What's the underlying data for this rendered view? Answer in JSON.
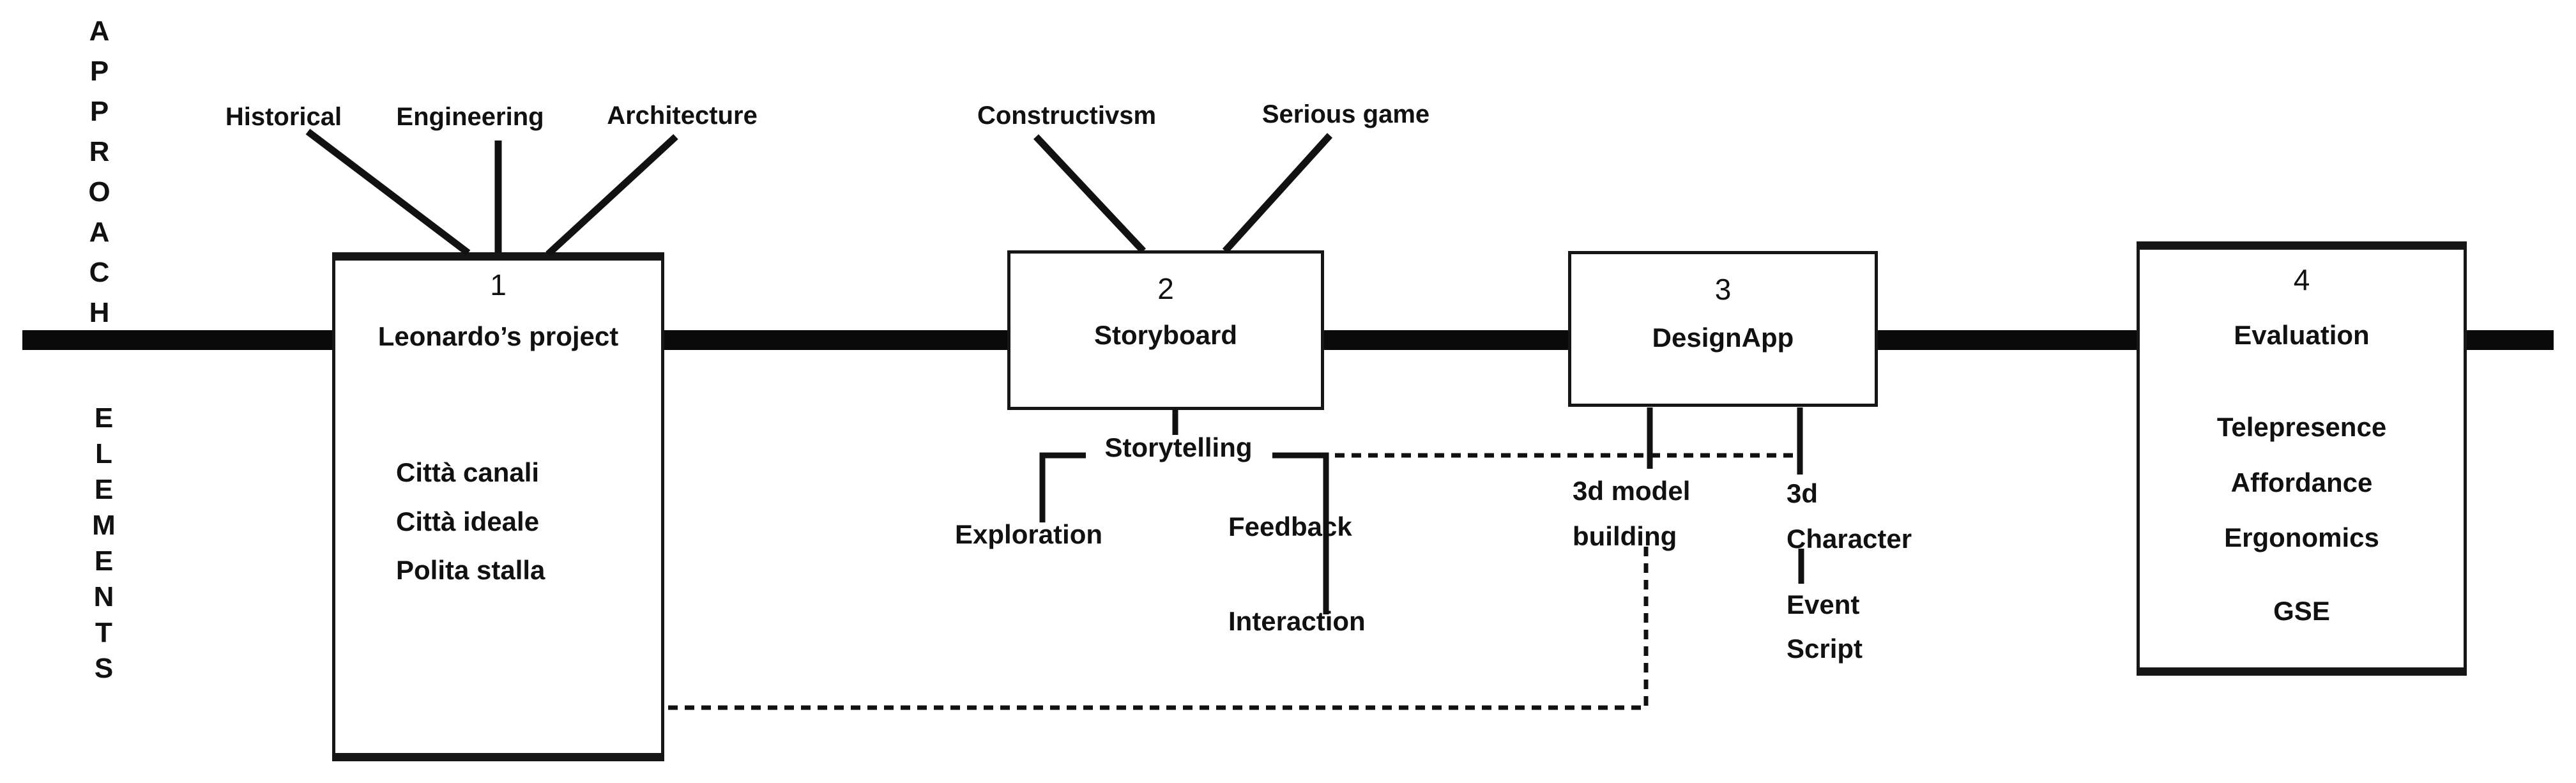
{
  "figure": {
    "left_axis": {
      "top_label": "APPROACH",
      "bottom_label": "ELEMENTS"
    },
    "stages": [
      {
        "number": "1",
        "title": "Leonardo’s project",
        "approaches": [
          "Historical",
          "Engineering",
          "Architecture"
        ],
        "elements": [
          "Città canali",
          "Città ideale",
          "Polita stalla"
        ]
      },
      {
        "number": "2",
        "title": "Storyboard",
        "approaches": [
          "Constructivsm",
          "Serious game"
        ],
        "elements": [
          "Storytelling",
          "Exploration",
          "Feedback",
          "Interaction"
        ]
      },
      {
        "number": "3",
        "title": "DesignApp",
        "approaches": [],
        "elements": [
          "3d model building",
          "3d Character",
          "Event Script"
        ]
      },
      {
        "number": "4",
        "title": "Evaluation",
        "approaches": [],
        "elements": [
          "Telepresence",
          "Affordance",
          "Ergonomics",
          "GSE"
        ]
      }
    ],
    "colors": {
      "line": "#111111",
      "background": "#ffffff"
    }
  }
}
